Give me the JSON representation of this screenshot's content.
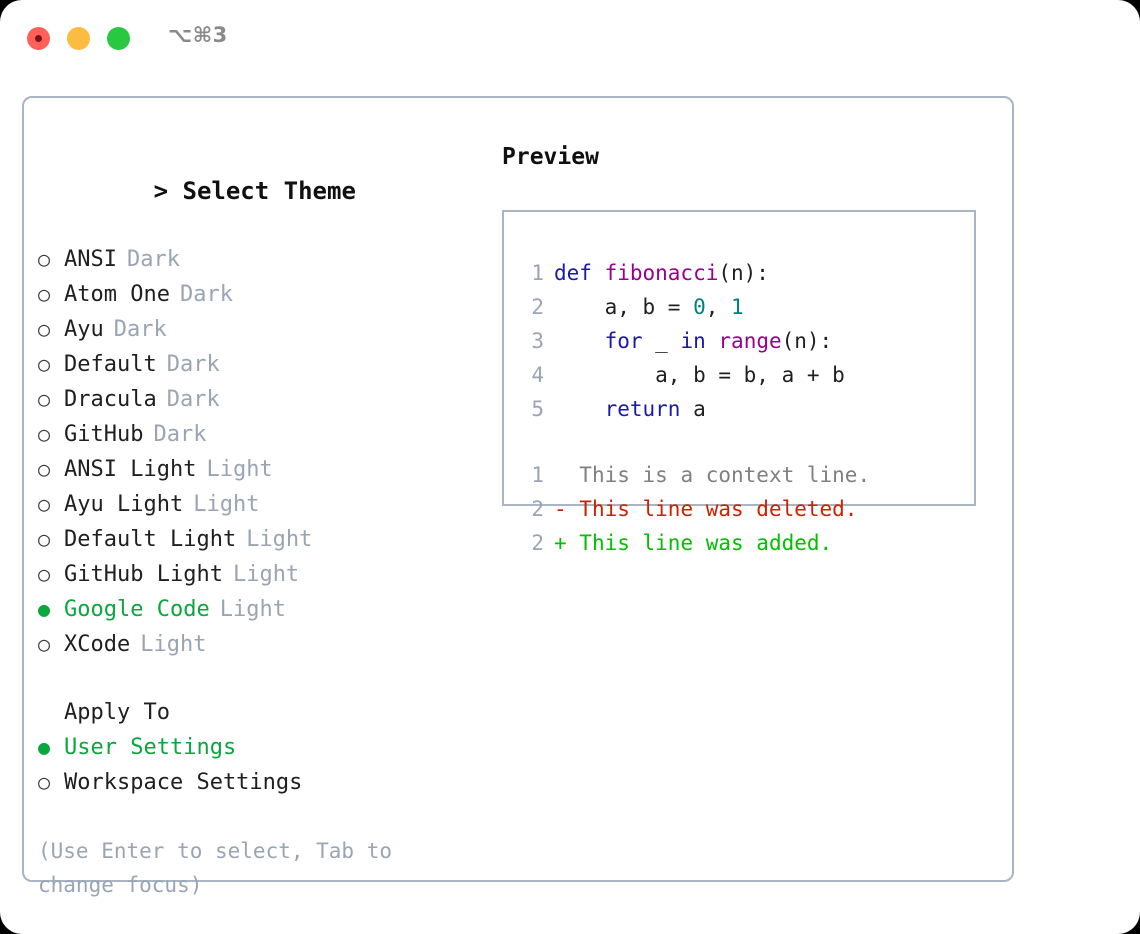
{
  "window": {
    "title": "⌥⌘3",
    "traffic_lights": [
      {
        "name": "close",
        "color": "#ff6159"
      },
      {
        "name": "minimize",
        "color": "#fcbc40"
      },
      {
        "name": "zoom",
        "color": "#28c841"
      }
    ]
  },
  "theme_picker": {
    "caret": ">",
    "heading": "Select Theme",
    "bullet_selected": "●",
    "bullet_unselected": "○",
    "items": [
      {
        "label": "ANSI",
        "variant": "Dark",
        "selected": false
      },
      {
        "label": "Atom One",
        "variant": "Dark",
        "selected": false
      },
      {
        "label": "Ayu",
        "variant": "Dark",
        "selected": false
      },
      {
        "label": "Default",
        "variant": "Dark",
        "selected": false
      },
      {
        "label": "Dracula",
        "variant": "Dark",
        "selected": false
      },
      {
        "label": "GitHub",
        "variant": "Dark",
        "selected": false
      },
      {
        "label": "ANSI Light",
        "variant": "Light",
        "selected": false
      },
      {
        "label": "Ayu Light",
        "variant": "Light",
        "selected": false
      },
      {
        "label": "Default Light",
        "variant": "Light",
        "selected": false
      },
      {
        "label": "GitHub Light",
        "variant": "Light",
        "selected": false
      },
      {
        "label": "Google Code",
        "variant": "Light",
        "selected": true
      },
      {
        "label": "XCode",
        "variant": "Light",
        "selected": false
      }
    ]
  },
  "apply_to": {
    "heading": "Apply To",
    "items": [
      {
        "label": "User Settings",
        "selected": true
      },
      {
        "label": "Workspace Settings",
        "selected": false
      }
    ]
  },
  "hint": "(Use Enter to select, Tab to change focus)",
  "preview": {
    "heading": "Preview",
    "code_lines": [
      {
        "num": "1",
        "tokens": [
          {
            "t": "def ",
            "c": "kw"
          },
          {
            "t": "fibonacci",
            "c": "fn"
          },
          {
            "t": "(n):",
            "c": "txt"
          }
        ]
      },
      {
        "num": "2",
        "tokens": [
          {
            "t": "    a, b = ",
            "c": "txt"
          },
          {
            "t": "0",
            "c": "num"
          },
          {
            "t": ", ",
            "c": "txt"
          },
          {
            "t": "1",
            "c": "num"
          }
        ]
      },
      {
        "num": "3",
        "tokens": [
          {
            "t": "    ",
            "c": "txt"
          },
          {
            "t": "for",
            "c": "kw"
          },
          {
            "t": " _ ",
            "c": "txt"
          },
          {
            "t": "in",
            "c": "kw"
          },
          {
            "t": " ",
            "c": "txt"
          },
          {
            "t": "range",
            "c": "fn"
          },
          {
            "t": "(n):",
            "c": "txt"
          }
        ]
      },
      {
        "num": "4",
        "tokens": [
          {
            "t": "        a, b = b, a + b",
            "c": "txt"
          }
        ]
      },
      {
        "num": "5",
        "tokens": [
          {
            "t": "    ",
            "c": "txt"
          },
          {
            "t": "return",
            "c": "kw"
          },
          {
            "t": " a",
            "c": "txt"
          }
        ]
      }
    ],
    "diff_lines": [
      {
        "num": "1",
        "marker": " ",
        "text": " This is a context line.",
        "kind": "ctx"
      },
      {
        "num": "2",
        "marker": "-",
        "text": " This line was deleted.",
        "kind": "del"
      },
      {
        "num": "2",
        "marker": "+",
        "text": " This line was added.",
        "kind": "add"
      }
    ]
  },
  "colors": {
    "accent_green": "#0aa63f",
    "muted": "#9aa5b4",
    "border": "#a9b4c4",
    "keyword": "#1a1aa6",
    "function": "#99008c",
    "number": "#00807f",
    "diff_deleted": "#cc2200",
    "diff_added": "#00c000"
  }
}
